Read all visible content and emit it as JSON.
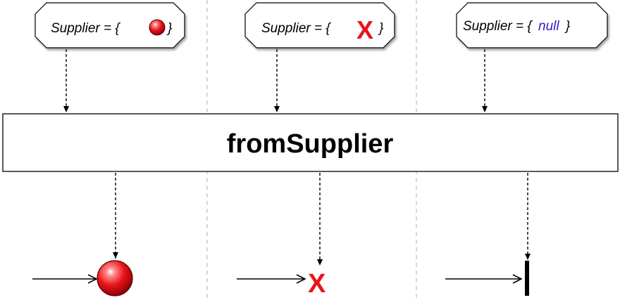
{
  "operator": {
    "label": "fromSupplier"
  },
  "suppliers": [
    {
      "prefix": "Supplier = {",
      "suffix": "}",
      "content": "red-ball-icon"
    },
    {
      "prefix": "Supplier = {",
      "suffix": "}",
      "content": "error-x-icon"
    },
    {
      "prefix": "Supplier = {",
      "middle": "null",
      "suffix": "}",
      "content": "null"
    }
  ],
  "outputs": [
    {
      "kind": "item-emission",
      "icon": "red-ball-icon",
      "color": "#e8141a"
    },
    {
      "kind": "error-emission",
      "icon": "error-x-icon",
      "glyph": "X",
      "color": "#e8141a"
    },
    {
      "kind": "completion",
      "icon": "completion-bar-icon"
    }
  ],
  "colors": {
    "item": "#e8141a",
    "error": "#e8141a",
    "null_keyword": "#3a18c8"
  }
}
